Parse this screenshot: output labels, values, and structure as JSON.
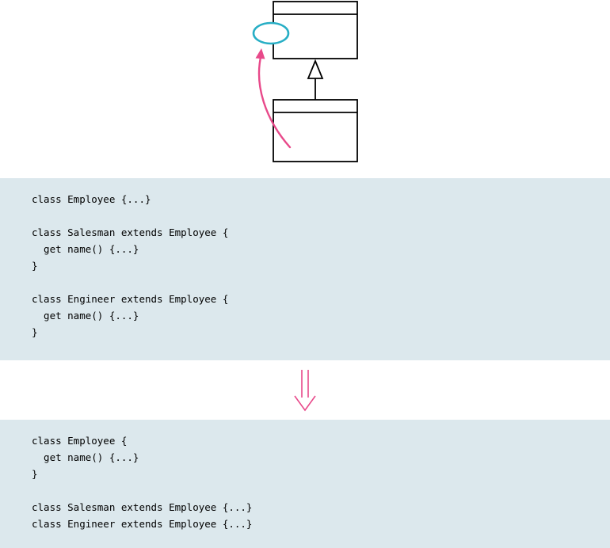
{
  "colors": {
    "code_bg": "#dce8ed",
    "accent_pink": "#e8498a",
    "accent_teal": "#27aec5",
    "diagram_stroke": "#000000",
    "page_bg": "#ffffff",
    "code_text": "#000000"
  },
  "diagram": {
    "description": "UML class diagram: subclass box with hollow-triangle inheritance arrow pointing up to superclass box; pink curved arrow pulls a method (teal ellipse) up from the subclass to the superclass",
    "superclass_box": "empty class box (two compartments)",
    "subclass_box": "empty class box (two compartments)",
    "pulled_member": "method ellipse",
    "arrow_meaning": "pull up method"
  },
  "code_before": {
    "lines": [
      "class Employee {...}",
      "",
      "class Salesman extends Employee {",
      "  get name() {...}",
      "}",
      "",
      "class Engineer extends Employee {",
      "  get name() {...}",
      "}"
    ]
  },
  "transform": {
    "arrow_glyph": "double-down-arrow"
  },
  "code_after": {
    "lines": [
      "class Employee {",
      "  get name() {...}",
      "}",
      "",
      "class Salesman extends Employee {...}",
      "class Engineer extends Employee {...}"
    ]
  }
}
